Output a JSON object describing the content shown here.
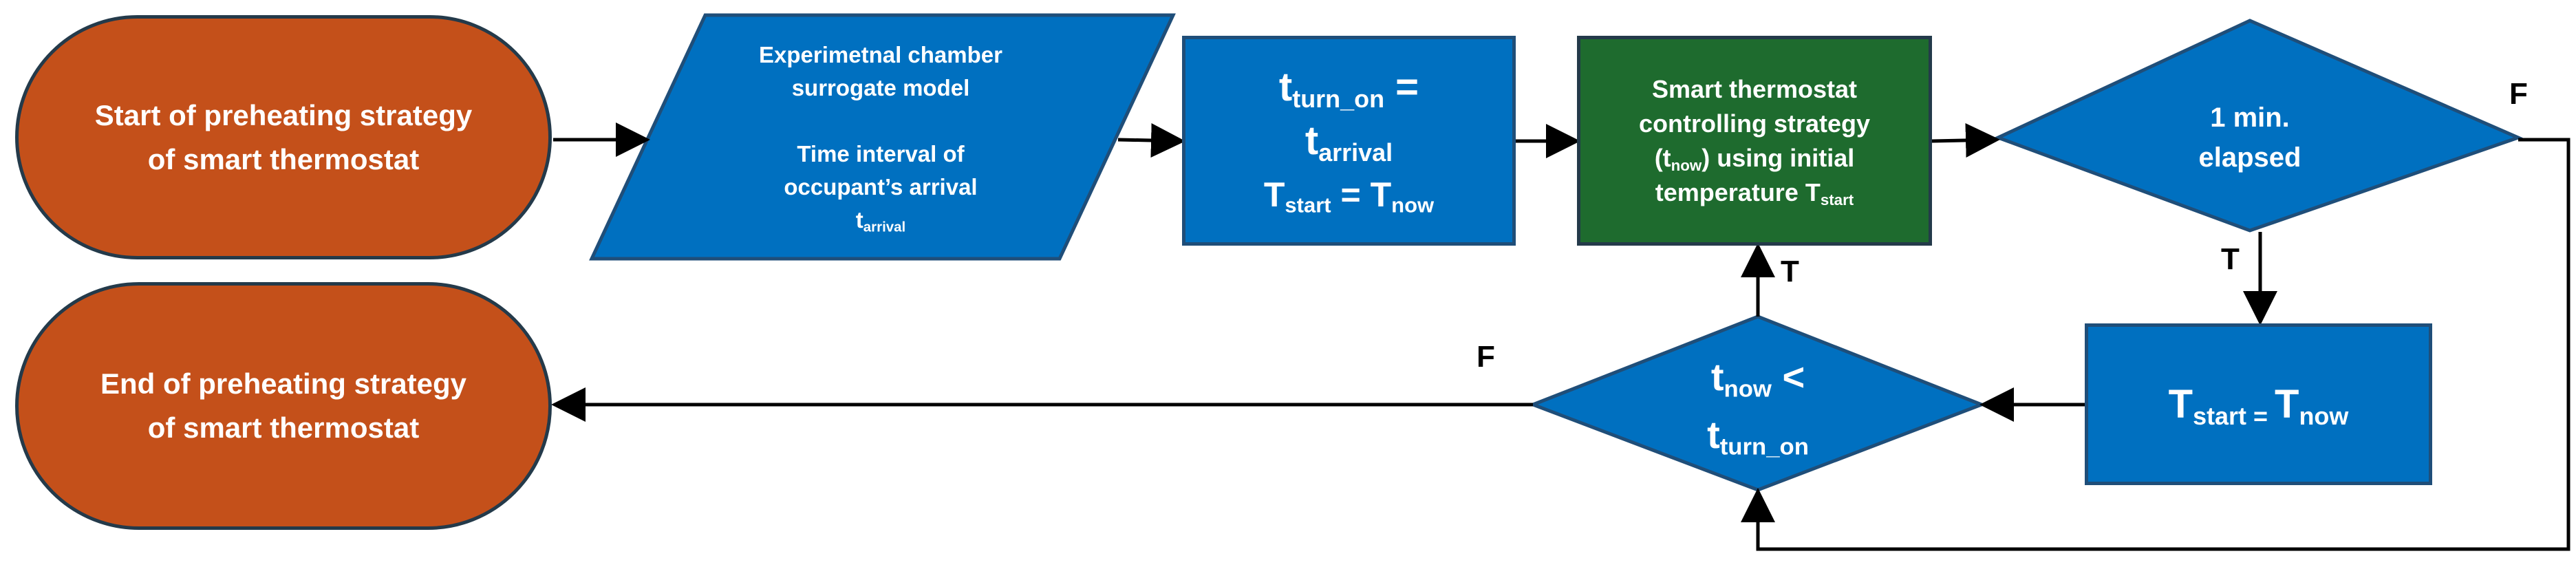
{
  "colors": {
    "terminal": "#c4501a",
    "process": "#0070c0",
    "controller": "#1e6b2e",
    "line": "#000000"
  },
  "start": {
    "line1": "Start of preheating strategy",
    "line2": "of smart thermostat"
  },
  "end": {
    "line1": "End of preheating strategy",
    "line2": "of smart thermostat"
  },
  "input": {
    "line1": "Experimetnal chamber",
    "line2": "surrogate model",
    "line3": "Time interval of",
    "line4": "occupant’s arrival",
    "var": "t",
    "var_sub": "arrival"
  },
  "assign1": {
    "t1": "t",
    "t1_sub": "turn_on",
    "eq1": " =",
    "t2": "t",
    "t2_sub": "arrival",
    "T1": "T",
    "T1_sub": "start",
    "eq2": " = ",
    "T2": "T",
    "T2_sub": "now"
  },
  "control": {
    "line1": "Smart thermostat",
    "line2": "controlling strategy",
    "paren_open": "(t",
    "paren_sub": "now",
    "line3_rest": ") using initial",
    "line4": "temperature T",
    "line4_sub": "start"
  },
  "decision1": {
    "line1": "1 min.",
    "line2": "elapsed"
  },
  "assign2": {
    "T1": "T",
    "T1_sub": "start = ",
    "T2": "T",
    "T2_sub": "now"
  },
  "decision2": {
    "t1": "t",
    "t1_sub": "now",
    "op": " <",
    "t2": "t",
    "t2_sub": "turn_on"
  },
  "labels": {
    "f1": "F",
    "t1": "T",
    "t2": "T",
    "f2": "F"
  }
}
